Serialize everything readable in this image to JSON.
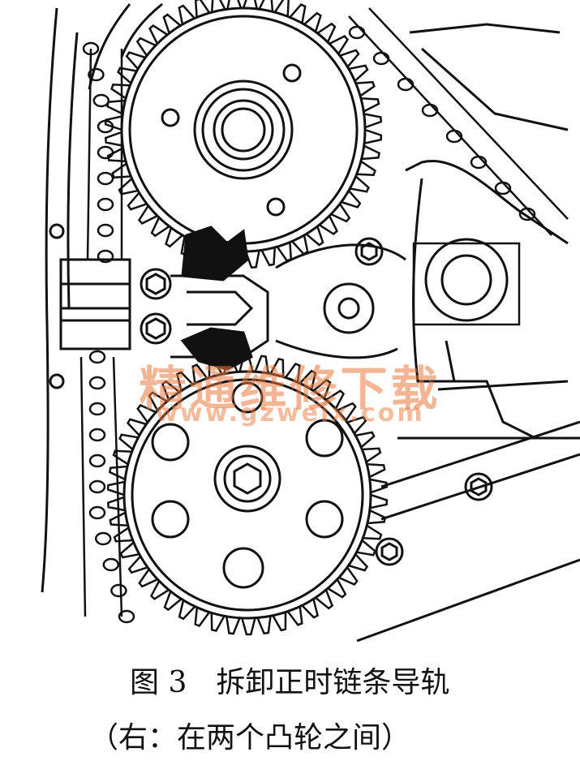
{
  "figure": {
    "caption_line1": "图 3　拆卸正时链条导轨",
    "caption_line2": "（右：在两个凸轮之间）",
    "watermark_cn": "精通维修下载",
    "watermark_url": "www.gzweix.com"
  },
  "colors": {
    "ink": "#111111",
    "watermark": "#eb783c"
  },
  "icons": [
    "upper-cam-gear",
    "lower-cam-gear",
    "timing-chain",
    "chain-guide",
    "guide-bolts",
    "tool-wedges"
  ]
}
